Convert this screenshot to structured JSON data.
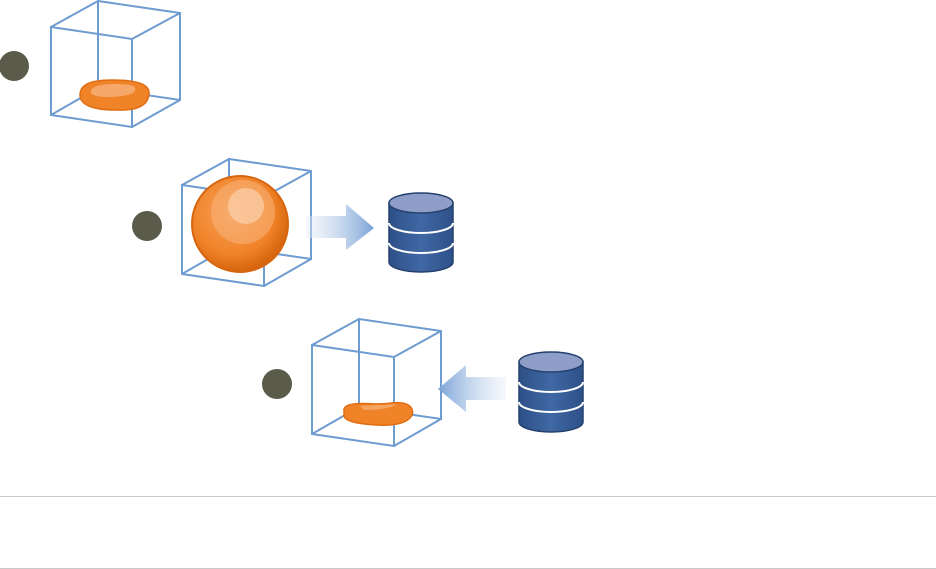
{
  "colors": {
    "cube_edge": "#6e9bd0",
    "step_marker": "#5a5b4a",
    "object_orange": "#f08228",
    "object_orange_dark": "#d6650e",
    "object_highlight": "#f7b27a",
    "database_fill": "#365c96",
    "database_top": "#8f9ec9",
    "database_stroke": "#24406e",
    "arrow_light": "#e6eef8",
    "arrow_dark": "#7aa3d6",
    "divider": "#c9c9c9"
  },
  "icons": {
    "step_marker": "circle-icon",
    "cube": "wireframe-cube-icon",
    "flat_object": "orange-blob-icon",
    "sphere": "orange-sphere-icon",
    "database": "database-icon",
    "arrow_right": "arrow-right-icon",
    "arrow_left": "arrow-left-icon"
  },
  "steps": [
    {
      "contents": "flat-object"
    },
    {
      "contents": "sphere",
      "flow": "to-database"
    },
    {
      "contents": "flat-object",
      "flow": "from-database"
    }
  ]
}
